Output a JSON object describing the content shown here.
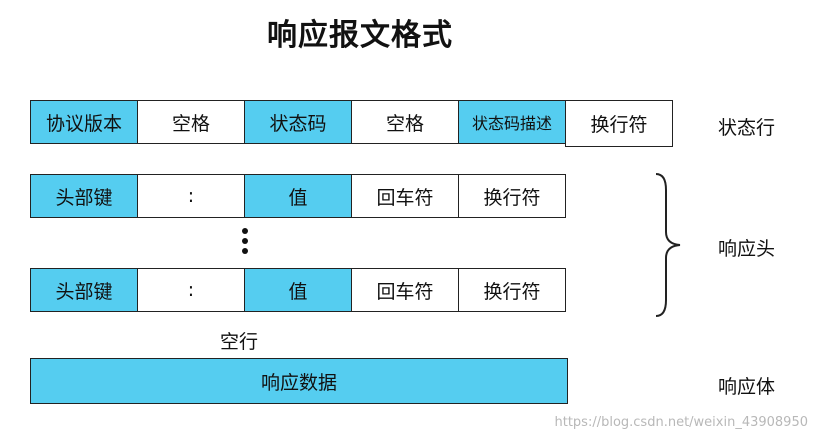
{
  "title": "响应报文格式",
  "status_line": {
    "cells": [
      "协议版本",
      "空格",
      "状态码",
      "空格",
      "状态码描述",
      "换行符"
    ],
    "label": "状态行"
  },
  "header_row_1": [
    "头部键",
    ":",
    "值",
    "回车符",
    "换行符"
  ],
  "header_row_2": [
    "头部键",
    ":",
    "值",
    "回车符",
    "换行符"
  ],
  "header_label": "响应头",
  "blank_line_label": "空行",
  "body": {
    "cell": "响应数据",
    "label": "响应体"
  },
  "watermark": "https://blog.csdn.net/weixin_43908950",
  "colors": {
    "highlight": "#55cdf0",
    "border": "#222222"
  }
}
